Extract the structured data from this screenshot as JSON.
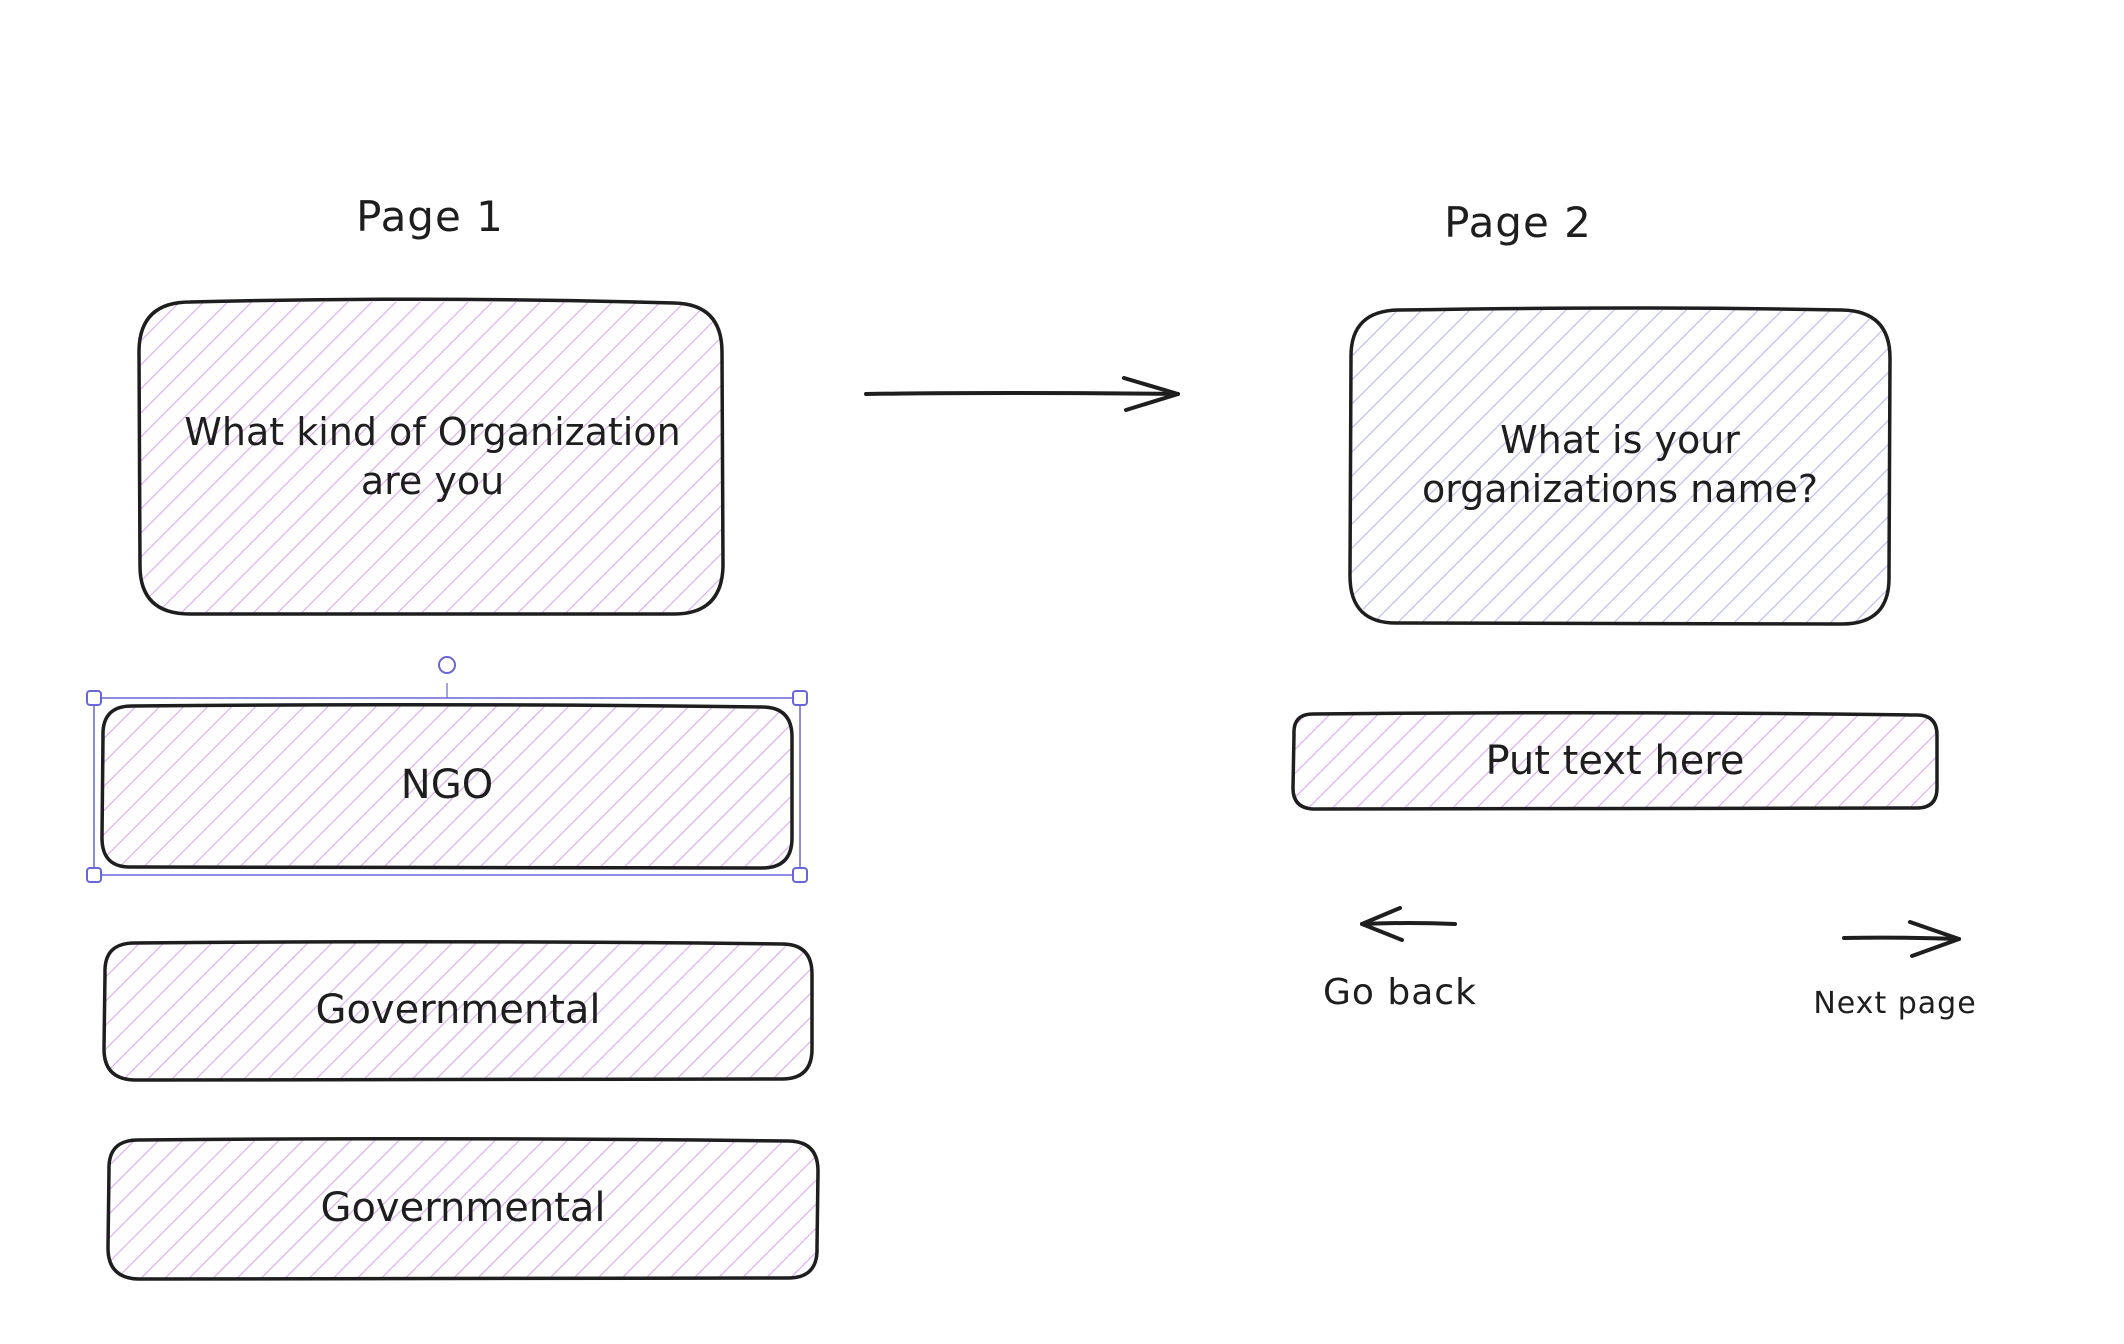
{
  "canvas": {
    "page1": {
      "title": "Page 1",
      "question": "What kind of Organization are you",
      "options": [
        {
          "label": "NGO",
          "selected": true
        },
        {
          "label": "Governmental",
          "selected": false
        },
        {
          "label": "Governmental",
          "selected": false
        }
      ]
    },
    "page2": {
      "title": "Page 2",
      "question": "What is your organizations name?",
      "input_placeholder": "Put text here",
      "back_label": "Go back",
      "next_label": "Next page"
    }
  },
  "colors": {
    "stroke": "#1e1e1e",
    "hatch_pink": "#d9a8f0",
    "hatch_blue": "#b9b8f0",
    "selection": "#6965db"
  },
  "icons": {
    "flow_arrow": "arrow-right-icon",
    "back_arrow": "arrow-left-icon",
    "next_arrow": "arrow-right-icon"
  }
}
